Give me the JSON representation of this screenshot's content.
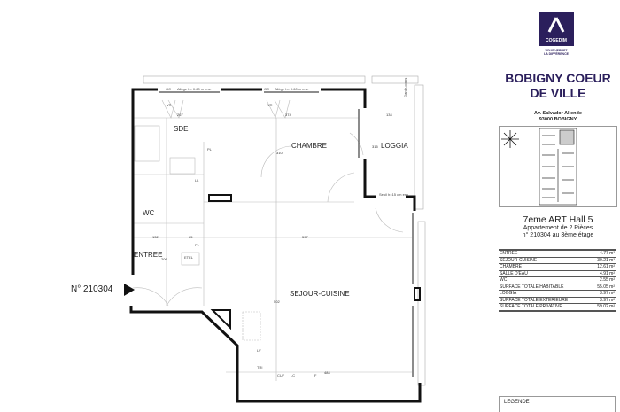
{
  "logo": {
    "brand": "COGEDIM",
    "tagline_1": "VOUS VERREZ",
    "tagline_2": "LA DIFFÉRENCE"
  },
  "project": {
    "title_1": "BOBIGNY COEUR",
    "title_2": "DE VILLE",
    "address_1": "Av. Salvador Allende",
    "address_2": "93000 BOBIGNY"
  },
  "apartment": {
    "building": "7eme ART Hall 5",
    "type": "Appartement de 2 Pièces",
    "number_floor": "n° 210304 au 3ème étage",
    "plan_number": "N° 210304"
  },
  "areas": [
    {
      "room": "ENTREE",
      "area": "4.77 m²"
    },
    {
      "room": "SEJOUR-CUISINE",
      "area": "30.21 m²"
    },
    {
      "room": "CHAMBRE",
      "area": "12.61 m²"
    },
    {
      "room": "SALLE D'EAU",
      "area": "4.91 m²"
    },
    {
      "room": "WC",
      "area": "2.55 m²"
    },
    {
      "room": "SURFACE TOTALE HABITABLE",
      "area": "55.05 m²"
    },
    {
      "room": "LOGGIA",
      "area": "3.97 m²"
    },
    {
      "room": "SURFACE TOTALE EXTERIEURE",
      "area": "3.97 m²"
    },
    {
      "room": "SURFACE TOTALE PRIVATIVE",
      "area": "59.02 m²"
    }
  ],
  "legend_title": "LEGENDE",
  "rooms": {
    "sde": "SDE",
    "chambre": "CHAMBRE",
    "loggia": "LOGGIA",
    "wc": "WC",
    "entree": "ENTREE",
    "sejour": "SEJOUR-CUISINE"
  },
  "fixtures": {
    "pl": "PL",
    "ll": "LL",
    "etel": "ETEL",
    "lv": "LV",
    "tri": "TRI",
    "cuf": "CUF",
    "lc": "LC",
    "f": "F",
    "gc": "GC",
    "vr": "VR",
    "allege": "Allège h= 0.60 m env.",
    "garde_corps": "Garde-corps",
    "seuil": "Seuil h=15 cm env."
  },
  "dimensions": {
    "d1": "267",
    "d2": "374",
    "d3": "134",
    "d4": "310",
    "d5": "315",
    "d6": "132",
    "d7": "65",
    "d8": "597",
    "d9": "206",
    "d10": "502",
    "d11": "484"
  },
  "colors": {
    "brand": "#2b1f5c",
    "walls": "#111111"
  }
}
